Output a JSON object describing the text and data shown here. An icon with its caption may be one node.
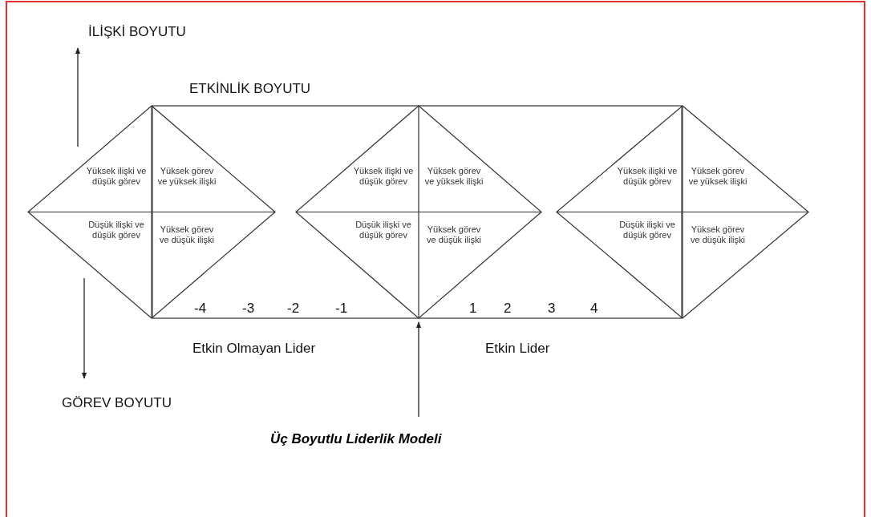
{
  "diagram": {
    "caption": "Üç Boyutlu Liderlik Modeli",
    "nodes": [
      {
        "text": [
          "Yüksek ilişki ve düşük görev",
          "Yüksek görev ve yüksek ilişki",
          "Düşük ilişki ve düşük görev",
          "Yüksek görev ve düşük ilişki"
        ]
      },
      {
        "text": [
          "Yüksek ilişki ve düşük görev",
          "Yüksek görev ve yüksek ilişki",
          "Düşük ilişki ve düşük görev",
          "Yüksek görev ve düşük ilişki"
        ]
      },
      {
        "text": [
          "Yüksek ilişki ve düşük görev",
          "Yüksek görev ve yüksek ilişki",
          "Düşük ilişki ve düşük görev",
          "Yüksek görev ve düşük ilişki"
        ]
      }
    ],
    "edges": [],
    "labels": [
      "İLİŞKİ BOYUTU",
      "ETKİNLİK BOYUTU",
      "-4",
      "-3",
      "-2",
      "-1",
      "1",
      "2",
      "3",
      "4",
      "Etkin Olmayan Lider",
      "Etkin Lider",
      "GÖREV BOYUTU"
    ]
  }
}
